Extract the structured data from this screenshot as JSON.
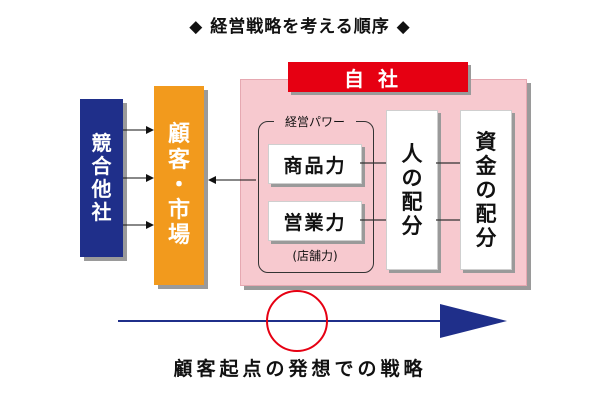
{
  "title": "◆ 経営戦略を考える順序 ◆",
  "competitor": {
    "label_chars": [
      "競",
      "合",
      "他",
      "社"
    ]
  },
  "customer": {
    "label_chars": [
      "顧",
      "客",
      "・",
      "市",
      "場"
    ]
  },
  "company": {
    "header": "自社",
    "management_label": "経営パワー",
    "product": "商品力",
    "sales": "営業力",
    "store_note": "(店舗力)",
    "people_chars": [
      "人",
      "の",
      "配",
      "分"
    ],
    "capital_chars": [
      "資",
      "金",
      "の",
      "配",
      "分"
    ]
  },
  "caption": "顧客起点の発想での戦略",
  "colors": {
    "competitor_fill": "#1f2f8a",
    "customer_fill": "#f29a1d",
    "company_header": "#e60012",
    "company_panel": "#f7c9cf",
    "arrow": "#1f2f8a",
    "circle": "#e60012"
  }
}
